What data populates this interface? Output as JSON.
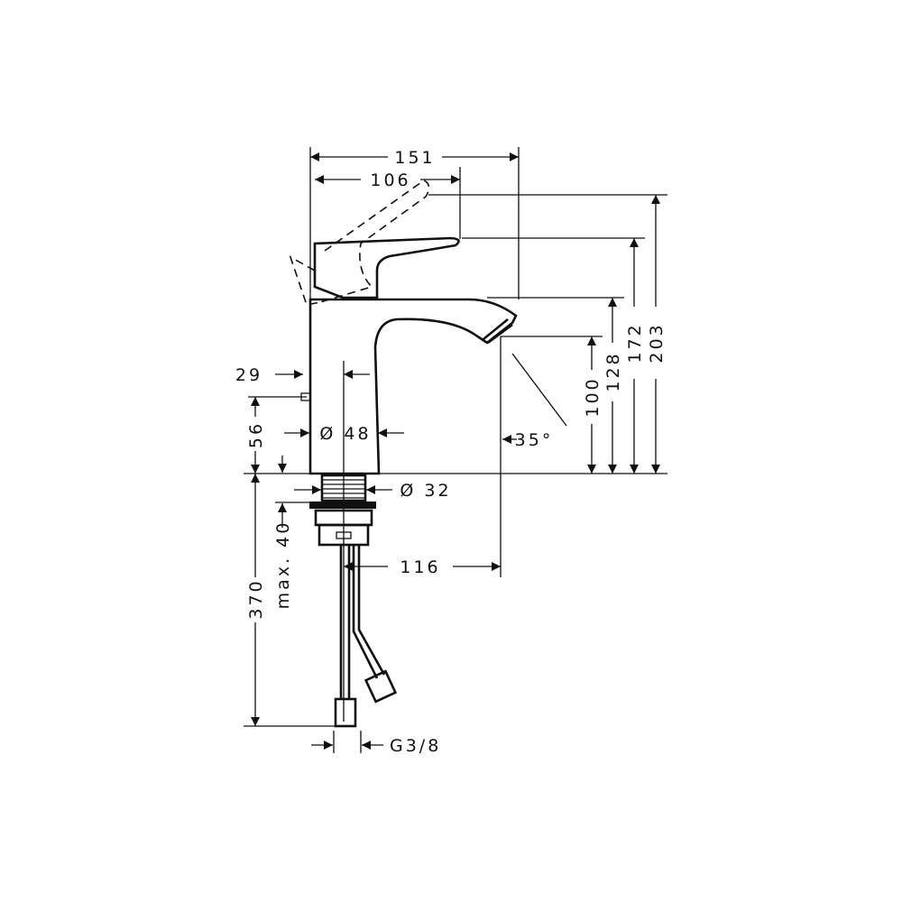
{
  "drawing": {
    "line_color": "#111111",
    "dimensions": {
      "overall_depth": "151",
      "lever_depth": "106",
      "height_lever_raised": "203",
      "height_lever": "172",
      "height_spout": "128",
      "height_outlet": "100",
      "popup_offset": "29",
      "popup_height": "56",
      "body_diameter": "Ø 48",
      "thread_diameter": "Ø 32",
      "spray_angle": "35°",
      "max_deck_thickness": "max. 40",
      "hose_length": "370",
      "spout_reach": "116",
      "connection": "G3/8"
    }
  }
}
